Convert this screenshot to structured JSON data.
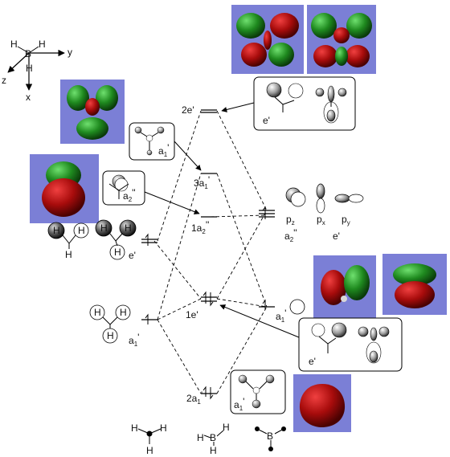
{
  "axes": {
    "x": "x",
    "y": "y",
    "z": "z"
  },
  "atoms": {
    "B": "B",
    "H": "H"
  },
  "boron_orbitals": {
    "pz": {
      "base": "p",
      "sub": "z"
    },
    "px": {
      "base": "p",
      "sub": "x"
    },
    "py": {
      "base": "p",
      "sub": "y"
    },
    "a2pp": {
      "base": "a",
      "sub": "2",
      "sup": "''"
    },
    "e_prime": "e'",
    "a1p": {
      "base": "a",
      "sub": "1",
      "sup": "'"
    }
  },
  "hydrogen_groups": {
    "e_prime": "e'",
    "a1p": {
      "base": "a",
      "sub": "1",
      "sup": "'"
    }
  },
  "mo_levels": {
    "level_2e": "2e'",
    "level_3a1": {
      "base": "3a",
      "sub": "1",
      "sup": "'"
    },
    "level_1a2": {
      "base": "1a",
      "sub": "2",
      "sup": "''"
    },
    "level_1e": "1e'",
    "level_2a1": {
      "base": "2a",
      "sub": "1",
      "sup": "'"
    }
  },
  "boxes": {
    "box_a1_top": {
      "base": "a",
      "sub": "1",
      "sup": "'"
    },
    "box_a2pp": {
      "base": "a",
      "sub": "2",
      "sup": "''"
    },
    "box_e_top": "e'",
    "box_e_bottom": "e'",
    "box_a1_bottom": {
      "base": "a",
      "sub": "1",
      "sup": "'"
    }
  },
  "colors": {
    "lobe_red": "#a80c0c",
    "lobe_green": "#1f8a1f",
    "panel_bg": "#7b7fd6",
    "line": "#000000"
  }
}
